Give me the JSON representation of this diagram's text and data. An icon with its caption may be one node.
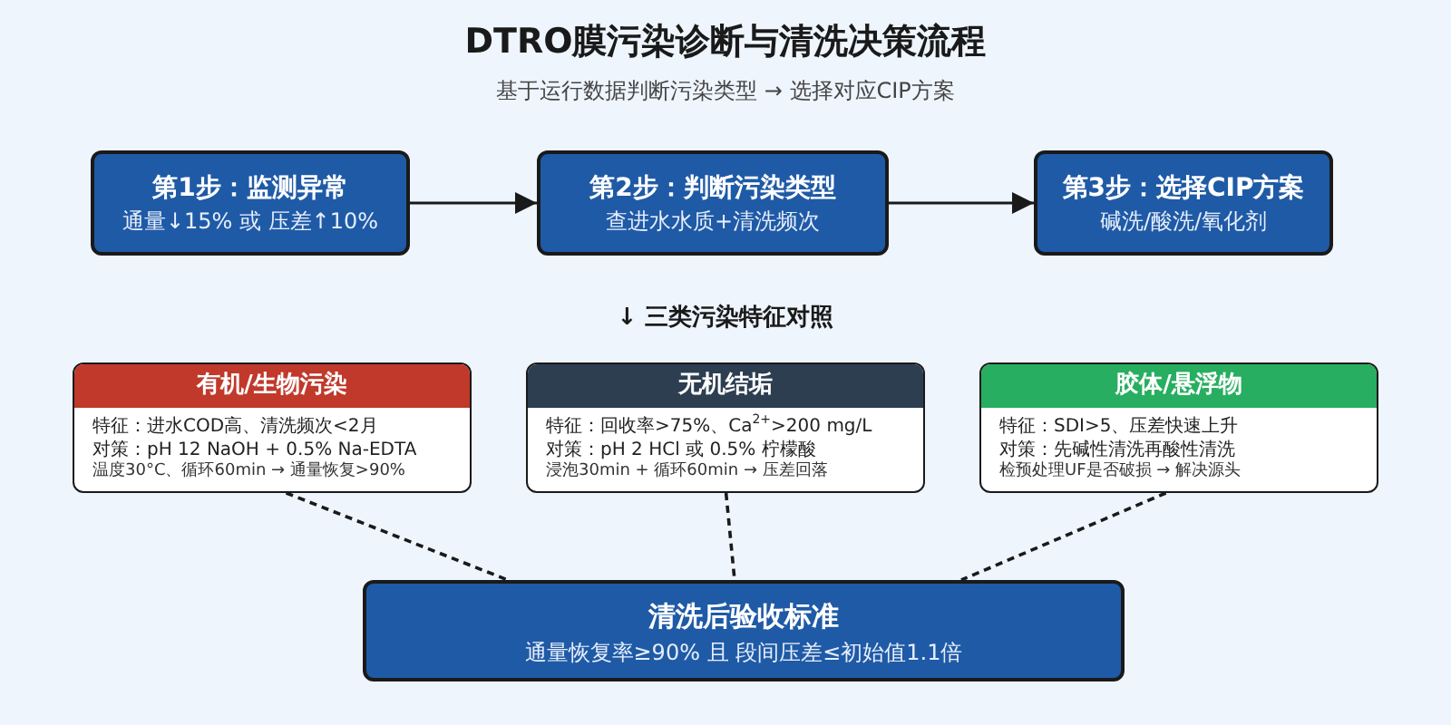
{
  "diagram": {
    "title": "DTRO膜污染诊断与清洗决策流程",
    "caption": "基于运行数据判断污染类型 → 选择对应CIP方案",
    "nodes": [
      {
        "text": [
          "第1步：监测异常",
          "通量↓15% 或 压差↑10%"
        ]
      },
      {
        "text": [
          "第2步：判断污染类型",
          "查进水水质+清洗频次"
        ]
      },
      {
        "text": [
          "第3步：选择CIP方案",
          "碱洗/酸洗/氧化剂"
        ]
      },
      {
        "text": [
          "有机/生物污染",
          "特征：进水COD高、清洗频次<2月",
          "对策：pH 12 NaOH + 0.5% Na-EDTA",
          "温度30°C、循环60min → 通量恢复>90%"
        ]
      },
      {
        "text": [
          "无机结垢",
          "特征：回收率>75%、Ca$^{2+}$>200 mg/L",
          "对策：pH 2 HCl 或 0.5% 柠檬酸",
          "浸泡30min + 循环60min → 压差回落"
        ]
      },
      {
        "text": [
          "胶体/悬浮物",
          "特征：SDI>5、压差快速上升",
          "对策：先碱性清洗再酸性清洗",
          "检预处理UF是否破损 → 解决源头"
        ]
      },
      {
        "text": [
          "清洗后验收标准",
          "通量恢复率≥90% 且 段间压差≤初始值1.1倍"
        ]
      }
    ],
    "edges": [
      {
        "from": 0,
        "to": 1,
        "arrow": "to"
      },
      {
        "from": 1,
        "to": 2,
        "arrow": "to"
      },
      {
        "from": 3,
        "to": 6,
        "arrow": "none",
        "style": "dashed"
      },
      {
        "from": 4,
        "to": 6,
        "arrow": "none",
        "style": "dashed"
      },
      {
        "from": 5,
        "to": 6,
        "arrow": "none",
        "style": "dashed"
      }
    ],
    "labels": [
      "↓ 三类污染特征对照"
    ]
  }
}
